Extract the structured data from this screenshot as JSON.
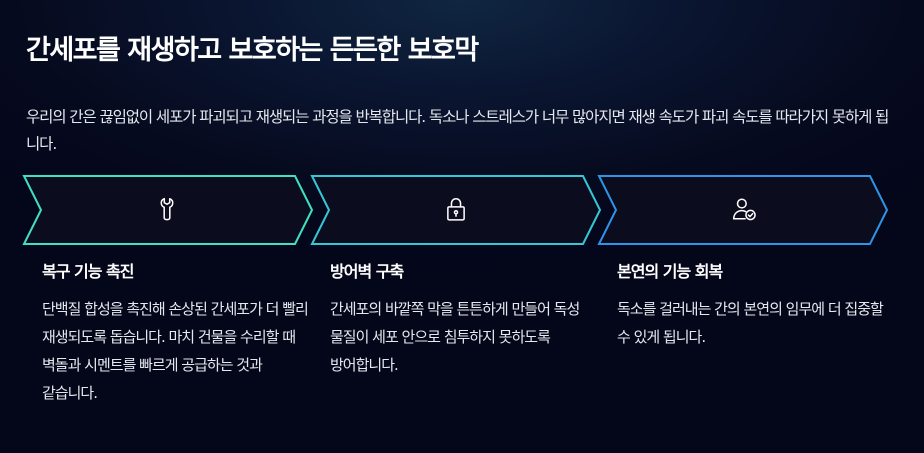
{
  "title": "간세포를 재생하고 보호하는 든든한 보호막",
  "intro": "우리의 간은 끊임없이 세포가 파괴되고 재생되는 과정을 반복합니다. 독소나 스트레스가 너무 많아지면 재생 속도가 파괴 속도를 따라가지 못하게 됩니다.",
  "colors": {
    "step1_border": "#3fe0c4",
    "step2_border": "#35c7d6",
    "step3_border": "#2f93e6",
    "chevron_fill": "#0b0c1e"
  },
  "steps": [
    {
      "icon": "wrench-icon",
      "heading": "복구 기능 촉진",
      "body": "단백질 합성을 촉진해 손상된 간세포가 더 빨리 재생되도록 돕습니다. 마치 건물을 수리할 때 벽돌과 시멘트를 빠르게 공급하는 것과 같습니다."
    },
    {
      "icon": "lock-icon",
      "heading": "방어벽 구축",
      "body": "간세포의 바깥쪽 막을 튼튼하게 만들어 독성 물질이 세포 안으로 침투하지 못하도록 방어합니다."
    },
    {
      "icon": "user-check-icon",
      "heading": "본연의 기능 회복",
      "body": "독소를 걸러내는 간의 본연의 임무에 더 집중할 수 있게 됩니다."
    }
  ]
}
